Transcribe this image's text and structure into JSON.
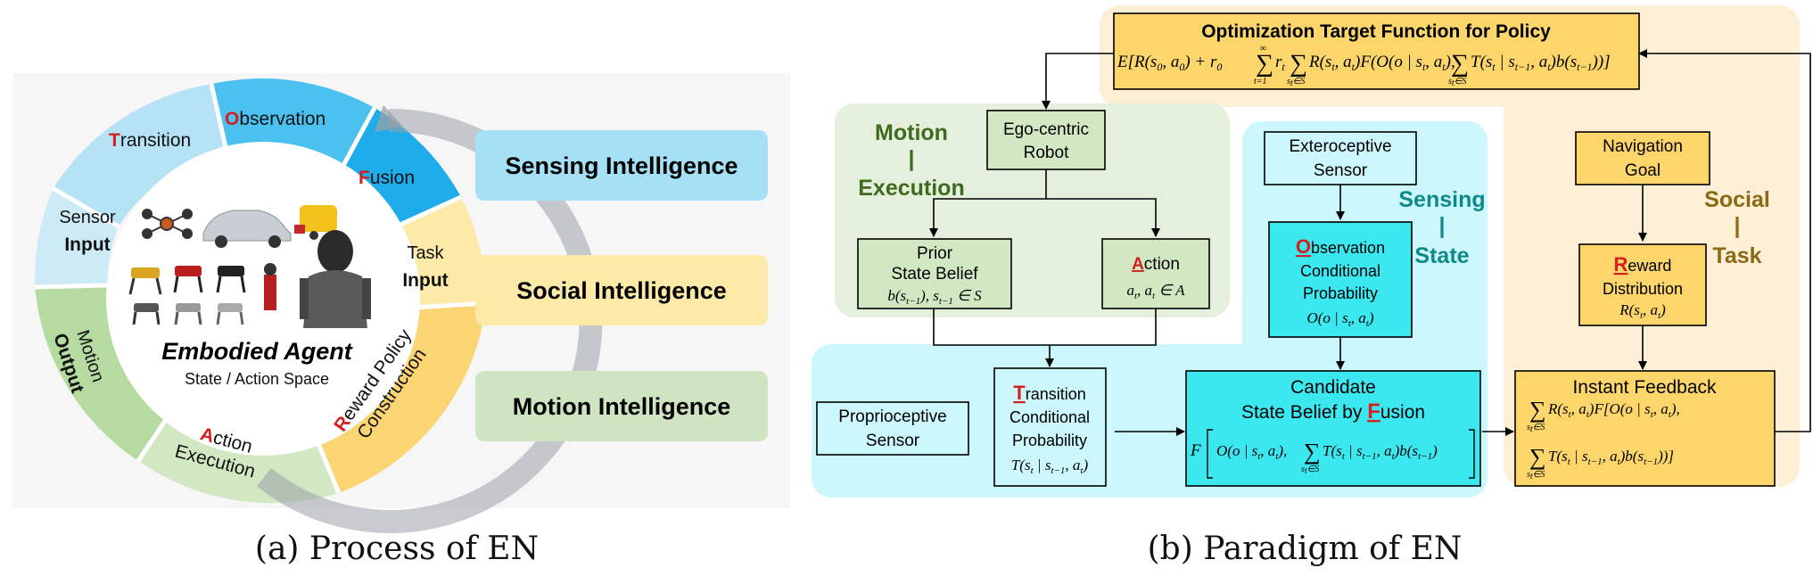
{
  "captions": {
    "left": "(a) Process of EN",
    "right": "(b) Paradigm of EN"
  },
  "ring": {
    "transition": "ransition",
    "transition_cap": "T",
    "observation": "bservation",
    "observation_cap": "O",
    "fusion": "usion",
    "fusion_cap": "F",
    "sensor": "Sensor",
    "sensor_bold": "Input",
    "task": "Task",
    "task_bold": "Input",
    "motion": "Motion",
    "motion_bold": "Output",
    "action": "ction",
    "action_cap": "A",
    "execution": "Execution",
    "reward_cap": "R",
    "reward": "eward Policy",
    "construction": "Construction"
  },
  "agent": {
    "title": "Embodied Agent",
    "subtitle": "State / Action Space"
  },
  "intelligence": {
    "sensing": "Sensing Intelligence",
    "social": "Social Intelligence",
    "motion": "Motion Intelligence"
  },
  "regions": {
    "motion_line1": "Motion",
    "motion_line2": "|",
    "motion_line3": "Execution",
    "sensing_line1": "Sensing",
    "sensing_line2": "|",
    "sensing_line3": "State",
    "social_line1": "Social",
    "social_line2": "|",
    "social_line3": "Task"
  },
  "boxes": {
    "optimization_title": "Optimization Target Function for Policy",
    "ego_line1": "Ego-centric",
    "ego_line2": "Robot",
    "prior_line1": "Prior",
    "prior_line2": "State Belief",
    "action_cap": "A",
    "action_rest": "ction",
    "extero_line1": "Exteroceptive",
    "extero_line2": "Sensor",
    "obs_cap": "O",
    "obs_rest": "bservation",
    "obs_line2": "Conditional",
    "obs_line3": "Probability",
    "nav_line1": "Navigation",
    "nav_line2": "Goal",
    "reward_cap": "R",
    "reward_rest": "eward",
    "reward_line2": "Distribution",
    "proprio_line1": "Proprioceptive",
    "proprio_line2": "Sensor",
    "trans_cap": "T",
    "trans_rest": "ransition",
    "trans_line2": "Conditional",
    "trans_line3": "Probability",
    "cand_line1": "Candidate",
    "cand_line2": "State Belief by ",
    "cand_cap": "F",
    "cand_rest": "usion",
    "instant_title": "Instant Feedback"
  },
  "colors": {
    "red_letter": "#d42020",
    "sensing_blue": "#a6e0f5",
    "social_yellow": "#fde9a8",
    "motion_green": "#cfe5c2",
    "cyan_region": "#ccf7fc",
    "green_region": "#e5f0dc",
    "orange_region": "#fcefd6",
    "box_yellow": "#fcd56b",
    "box_cyan": "#3ce8f0",
    "box_green": "#d1e8c3"
  }
}
